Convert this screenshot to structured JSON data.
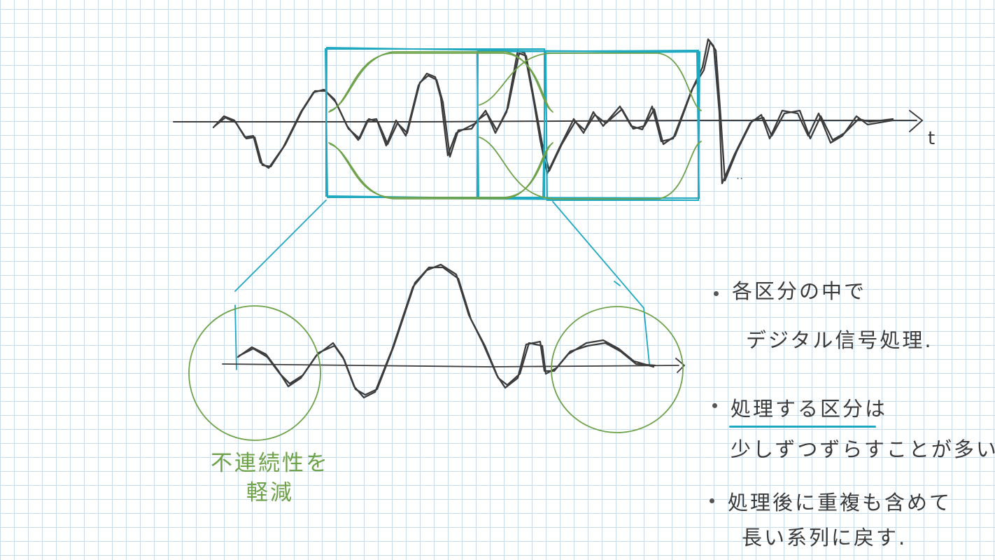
{
  "axis_label_t": "t",
  "ellipsis": "..",
  "notes": {
    "note1_line1": "各区分の中で",
    "note1_line2": "デジタル信号処理.",
    "note2_line1_emph": "処理する区分",
    "note2_line1_rest": "は",
    "note2_line2": "少しずつずらすことが多い",
    "note3_line1": "処理後に重複も含めて",
    "note3_line2": "長い系列に戻す."
  },
  "green_label": {
    "line1": "不連続性を",
    "line2": "軽減"
  },
  "colors": {
    "ink": "#3c3c3c",
    "frame": "#1fa9c1",
    "window": "#6ea24a",
    "grid": "#c9dced"
  }
}
